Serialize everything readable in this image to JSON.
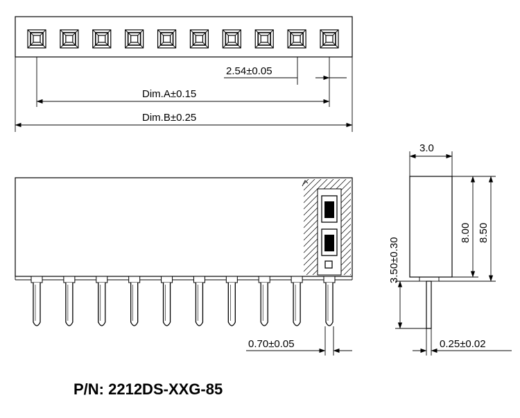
{
  "labels": {
    "pitch": "2.54±0.05",
    "dim_a": "Dim.A±0.15",
    "dim_b": "Dim.B±0.25",
    "width": "3.0",
    "height_body": "8.00",
    "height_total": "8.50",
    "pin_length": "3.50±0.30",
    "pin_width": "0.70±0.05",
    "pin_thickness": "0.25±0.02",
    "part_number": "P/N: 2212DS-XXG-85"
  },
  "counts": {
    "contacts": 10,
    "pins": 10
  }
}
